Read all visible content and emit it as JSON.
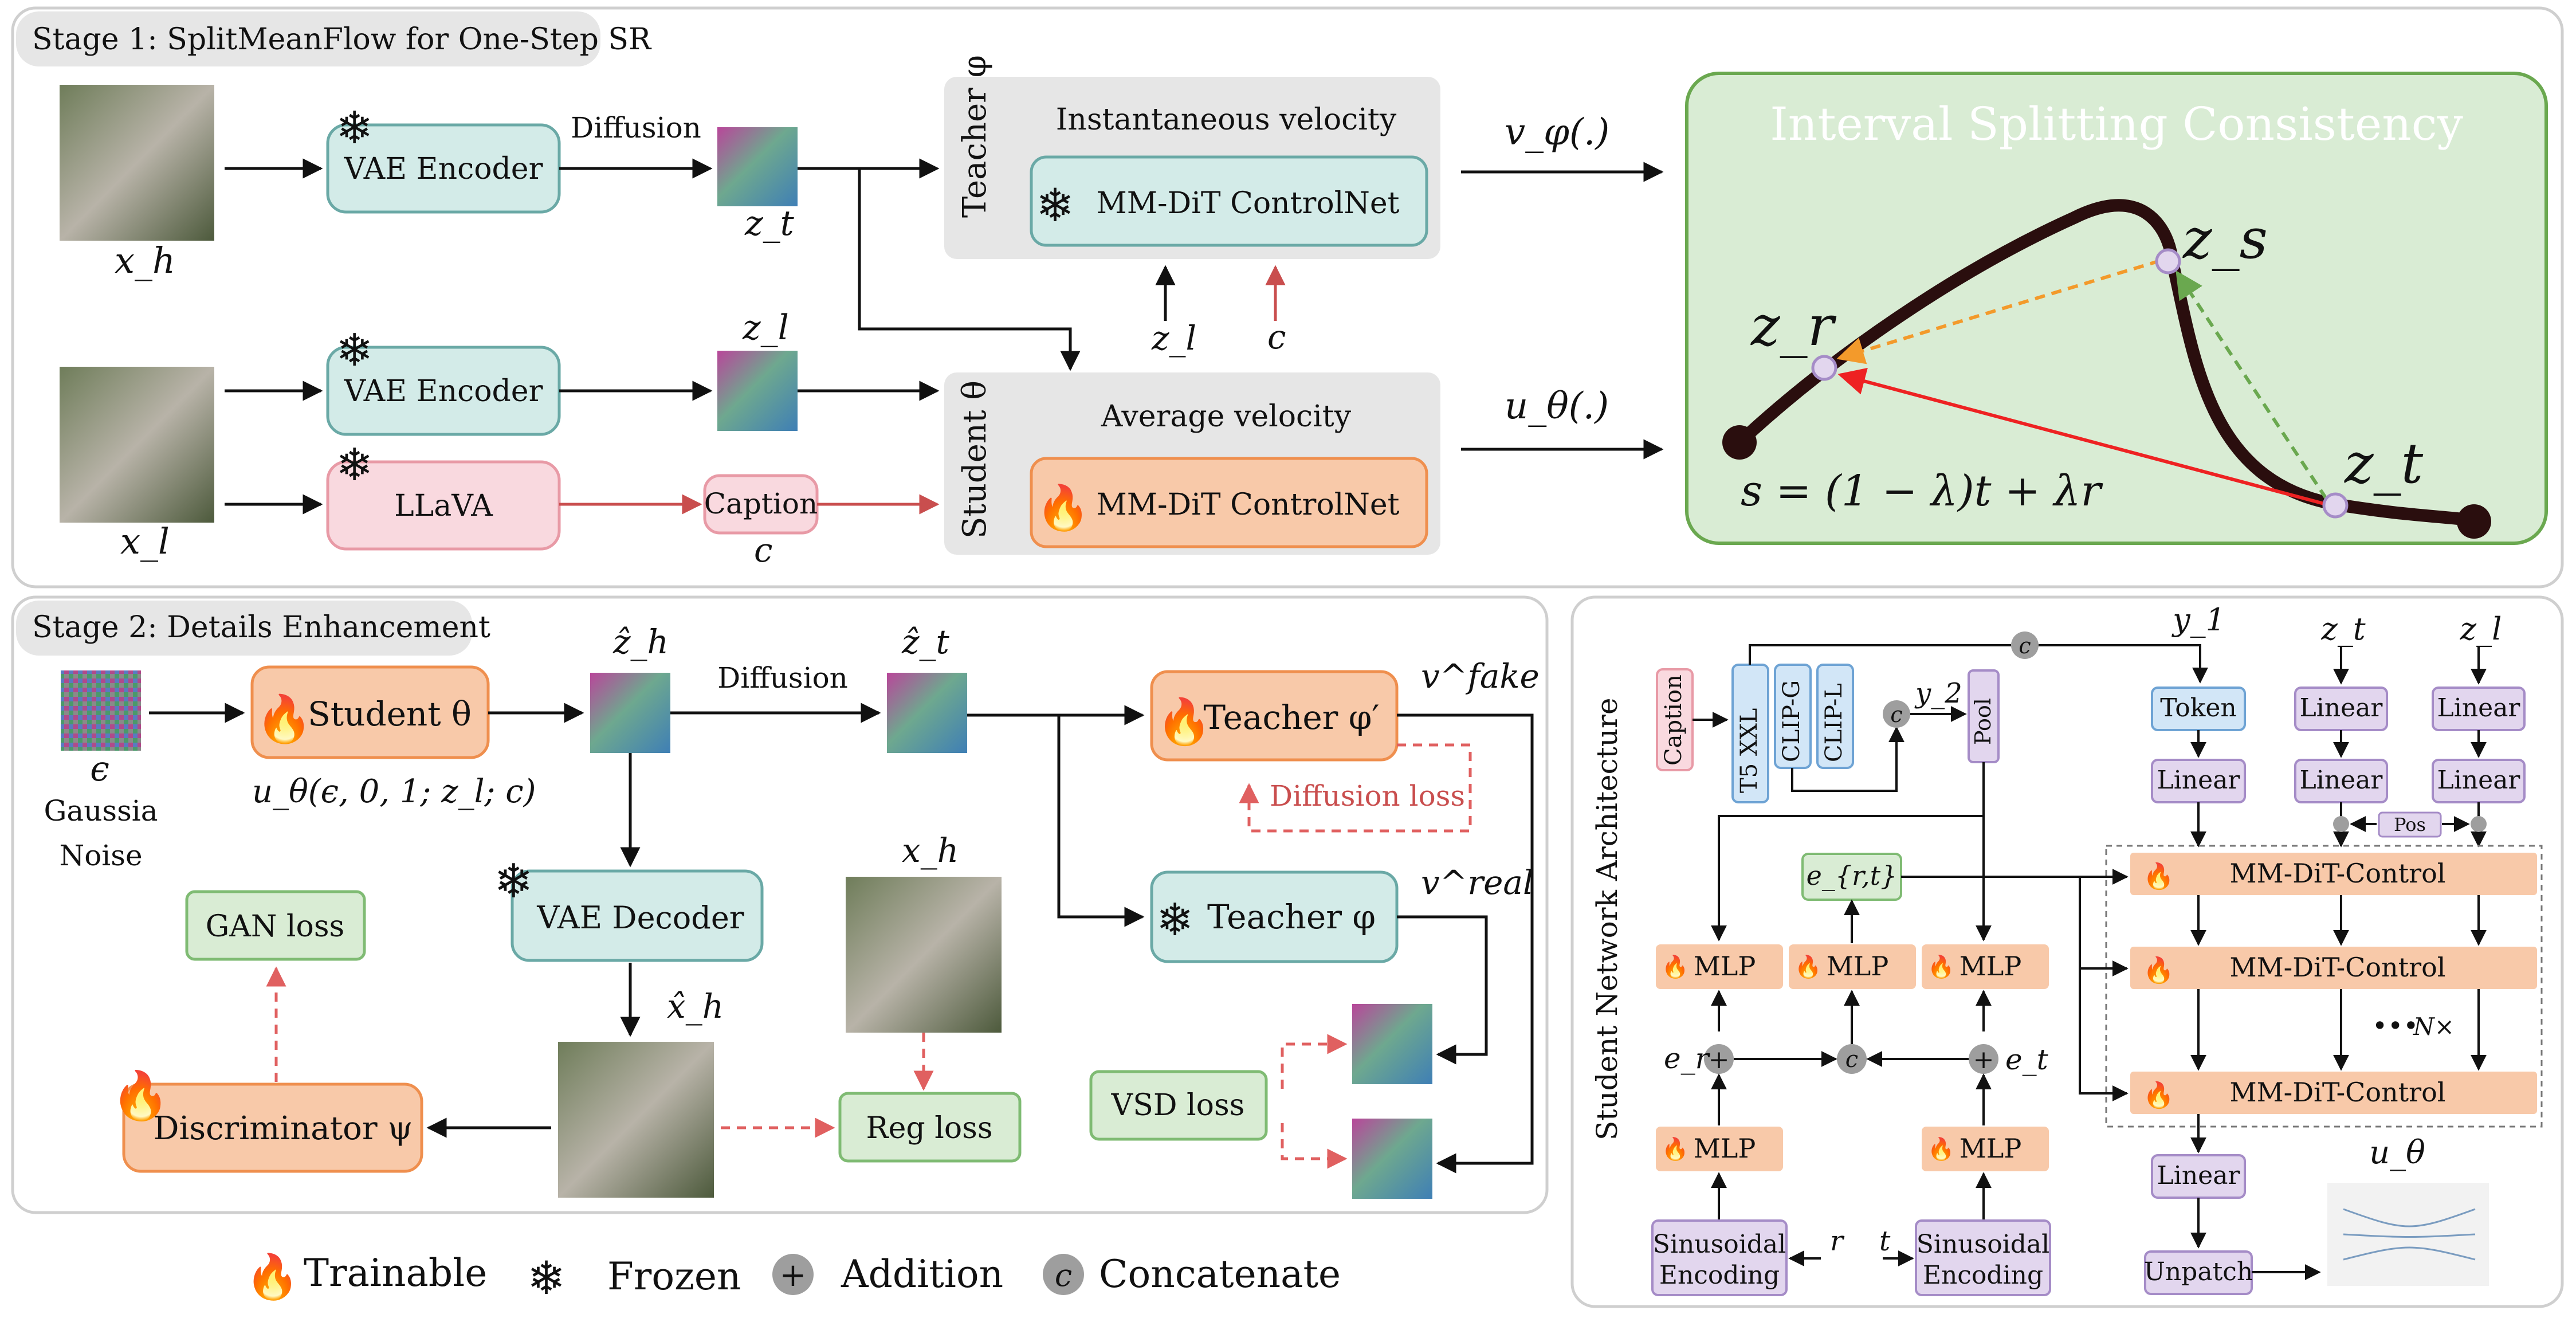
{
  "stage1": {
    "title": "Stage 1: SplitMeanFlow for One-Step SR",
    "label_xh": "x_h",
    "label_xl": "x_l",
    "vae_encoder_top": "VAE Encoder",
    "vae_encoder_bottom": "VAE Encoder",
    "llava": "LLaVA",
    "diffusion": "Diffusion",
    "zt": "z_t",
    "zl": "z_l",
    "caption": "Caption",
    "caption_c": "c",
    "teacher_side": "Teacher φ",
    "teacher_title": "Instantaneous velocity",
    "teacher_net": "MM-DiT ControlNet",
    "student_side": "Student θ",
    "student_title": "Average velocity",
    "student_net": "MM-DiT ControlNet",
    "cond_zl": "z_l",
    "cond_c": "c",
    "v_phi": "v_φ(.)",
    "u_theta": "u_θ(.)",
    "isc_title": "Interval Splitting Consistency",
    "isc_zr": "z_r",
    "isc_zs": "z_s",
    "isc_zt": "z_t",
    "isc_formula": "s = (1 − λ)t + λr"
  },
  "stage2": {
    "title": "Stage 2: Details Enhancement",
    "epsilon": "ϵ",
    "gauss1": "Gaussia",
    "gauss2": "Noise",
    "student": "Student θ",
    "student_fn": "u_θ(ϵ, 0, 1; z_l; c)",
    "zh_hat": "ẑ_h",
    "diffusion": "Diffusion",
    "zt_hat": "ẑ_t",
    "teacher_fake": "Teacher φ′",
    "v_fake": "v^fake",
    "diffusion_loss": "Diffusion loss",
    "teacher_real": "Teacher φ",
    "v_real": "v^real",
    "vae_decoder": "VAE Decoder",
    "xh_hat": "x̂_h",
    "xh": "x_h",
    "gan_loss": "GAN loss",
    "discriminator": "Discriminator ψ",
    "reg_loss": "Reg loss",
    "vsd_loss": "VSD loss"
  },
  "arch": {
    "title": "Student  Network Architecture",
    "caption": "Caption",
    "t5": "T5 XXL",
    "clipg": "CLIP-G",
    "clipl": "CLIP-L",
    "pool": "Pool",
    "c": "c",
    "y1": "y_1",
    "y2": "y_2",
    "zt": "z_t",
    "zl": "z_l",
    "token": "Token",
    "linear": "Linear",
    "pos": "Pos",
    "ert": "e_{r,t}",
    "mlp": "MLP",
    "mm_dit": "MM-DiT-Control",
    "nx": "N×",
    "er": "e_r",
    "et": "e_t",
    "r": "r",
    "t": "t",
    "sin": "Sinusoidal",
    "enc": "Encoding",
    "linear_out": "Linear",
    "unpatch": "Unpatch",
    "u_theta": "u_θ"
  },
  "legend": {
    "trainable": "Trainable",
    "frozen": "Frozen",
    "addition": "Addition",
    "concatenate": "Concatenate",
    "c_symbol": "c"
  },
  "colors": {
    "teal_fill": "#d3ebe8",
    "teal_stroke": "#6aa9a6",
    "orange_fill": "#f8c9a9",
    "orange_stroke": "#ef8f4e",
    "pink_fill": "#f9d9df",
    "pink_stroke": "#e89aa6",
    "green_fill": "#d9ecd4",
    "green_stroke": "#7fbb73",
    "purple_fill": "#e2d6ee",
    "purple_stroke": "#a58cc7",
    "blue_fill": "#d2e6f7",
    "blue_stroke": "#6ea3d4",
    "gray_panel": "#e6e6e6",
    "red_arrow": "#c94e4e",
    "dashed_red": "#e06060",
    "green_dash": "#6aa84f",
    "orange_dash": "#f39a2b"
  }
}
